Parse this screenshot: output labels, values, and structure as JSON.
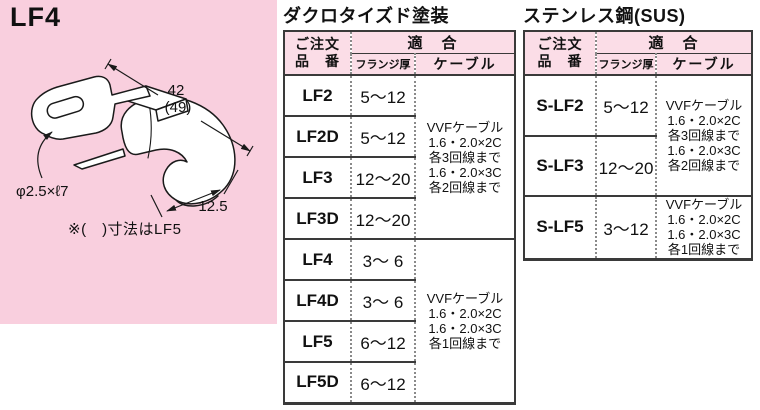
{
  "panel": {
    "title": "LF4",
    "dim_length": "42",
    "dim_length_alt": "(49)",
    "dim_width": "12.5",
    "dim_hole": "φ2.5×ℓ7",
    "note": "※(　)寸法はLF5"
  },
  "tables": {
    "dacro": {
      "title": "ダクロタイズド塗装",
      "header": {
        "order_line1": "ご注文",
        "order_line2": "品　番",
        "fit": "適　合",
        "flange": "フランジ厚",
        "cable": "ケーブル"
      },
      "rows": [
        {
          "model": "LF2",
          "flange": "5〜12"
        },
        {
          "model": "LF2D",
          "flange": "5〜12"
        },
        {
          "model": "LF3",
          "flange": "12〜20"
        },
        {
          "model": "LF3D",
          "flange": "12〜20"
        },
        {
          "model": "LF4",
          "flange": "3〜 6"
        },
        {
          "model": "LF4D",
          "flange": "3〜 6"
        },
        {
          "model": "LF5",
          "flange": "6〜12"
        },
        {
          "model": "LF5D",
          "flange": "6〜12"
        }
      ],
      "cable_groups": [
        {
          "lines": [
            "VVFケーブル",
            "1.6・2.0×2C",
            "各3回線まで",
            "1.6・2.0×3C",
            "各2回線まで"
          ]
        },
        {
          "lines": [
            "VVFケーブル",
            "1.6・2.0×2C",
            "1.6・2.0×3C",
            "各1回線まで"
          ]
        }
      ]
    },
    "sus": {
      "title": "ステンレス鋼(SUS)",
      "header": {
        "order_line1": "ご注文",
        "order_line2": "品　番",
        "fit": "適　合",
        "flange": "フランジ厚",
        "cable": "ケーブル"
      },
      "rows": [
        {
          "model": "S-LF2",
          "flange": "5〜12"
        },
        {
          "model": "S-LF3",
          "flange": "12〜20"
        },
        {
          "model": "S-LF5",
          "flange": "3〜12"
        }
      ],
      "cable_groups": [
        {
          "lines": [
            "VVFケーブル",
            "1.6・2.0×2C",
            "各3回線まで",
            "1.6・2.0×3C",
            "各2回線まで"
          ]
        },
        {
          "lines": [
            "VVFケーブル",
            "1.6・2.0×2C",
            "1.6・2.0×3C",
            "各1回線まで"
          ]
        }
      ]
    }
  },
  "colors": {
    "panel_pink": "#f9cfde",
    "header_pink": "#fbdde7",
    "border_dark": "#3a3a3a",
    "text": "#111111"
  }
}
